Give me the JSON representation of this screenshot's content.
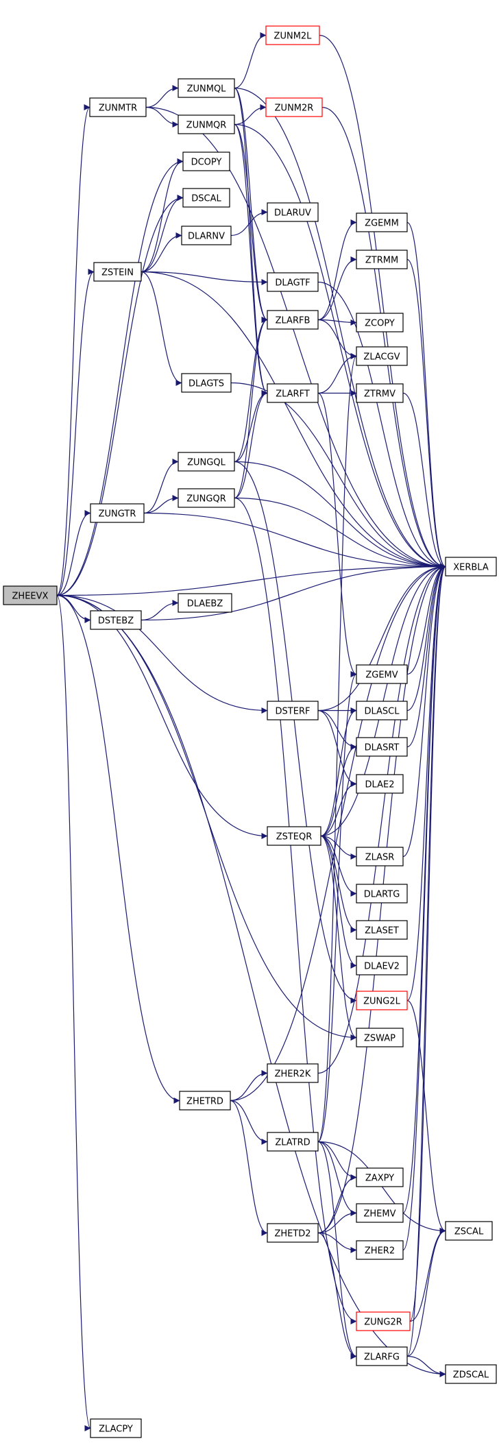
{
  "graph": {
    "root": "ZHEEVX",
    "colors": {
      "edge": "#191970",
      "node_border": "#000000",
      "node_border_highlight": "#ff0000",
      "root_fill": "#bfbfbf",
      "node_fill": "#ffffff",
      "text": "#000000"
    },
    "nodes": [
      {
        "id": "ZHEEVX",
        "label": "ZHEEVX",
        "root": true
      },
      {
        "id": "ZUNMTR",
        "label": "ZUNMTR"
      },
      {
        "id": "ZUNMQL",
        "label": "ZUNMQL"
      },
      {
        "id": "ZUNMQR",
        "label": "ZUNMQR"
      },
      {
        "id": "ZUNM2L",
        "label": "ZUNM2L",
        "highlight": true
      },
      {
        "id": "ZUNM2R",
        "label": "ZUNM2R",
        "highlight": true
      },
      {
        "id": "DCOPY",
        "label": "DCOPY"
      },
      {
        "id": "DSCAL",
        "label": "DSCAL"
      },
      {
        "id": "ZSTEIN",
        "label": "ZSTEIN"
      },
      {
        "id": "DLARNV",
        "label": "DLARNV"
      },
      {
        "id": "DLARUV",
        "label": "DLARUV"
      },
      {
        "id": "DLAGTF",
        "label": "DLAGTF"
      },
      {
        "id": "DLAGTS",
        "label": "DLAGTS"
      },
      {
        "id": "ZGEMM",
        "label": "ZGEMM"
      },
      {
        "id": "ZTRMM",
        "label": "ZTRMM"
      },
      {
        "id": "ZLARFB",
        "label": "ZLARFB"
      },
      {
        "id": "ZCOPY",
        "label": "ZCOPY"
      },
      {
        "id": "ZLACGV",
        "label": "ZLACGV"
      },
      {
        "id": "ZLARFT",
        "label": "ZLARFT"
      },
      {
        "id": "ZTRMV",
        "label": "ZTRMV"
      },
      {
        "id": "ZUNGQL",
        "label": "ZUNGQL"
      },
      {
        "id": "ZUNGQR",
        "label": "ZUNGQR"
      },
      {
        "id": "ZUNGTR",
        "label": "ZUNGTR"
      },
      {
        "id": "XERBLA",
        "label": "XERBLA"
      },
      {
        "id": "DSTEBZ",
        "label": "DSTEBZ"
      },
      {
        "id": "DLAEBZ",
        "label": "DLAEBZ"
      },
      {
        "id": "ZGEMV",
        "label": "ZGEMV"
      },
      {
        "id": "DSTERF",
        "label": "DSTERF"
      },
      {
        "id": "DLASCL",
        "label": "DLASCL"
      },
      {
        "id": "DLASRT",
        "label": "DLASRT"
      },
      {
        "id": "DLAE2",
        "label": "DLAE2"
      },
      {
        "id": "ZSTEQR",
        "label": "ZSTEQR"
      },
      {
        "id": "ZLASR",
        "label": "ZLASR"
      },
      {
        "id": "DLARTG",
        "label": "DLARTG"
      },
      {
        "id": "ZLASET",
        "label": "ZLASET"
      },
      {
        "id": "DLAEV2",
        "label": "DLAEV2"
      },
      {
        "id": "ZUNG2L",
        "label": "ZUNG2L",
        "highlight": true
      },
      {
        "id": "ZSWAP",
        "label": "ZSWAP"
      },
      {
        "id": "ZHER2K",
        "label": "ZHER2K"
      },
      {
        "id": "ZHETRD",
        "label": "ZHETRD"
      },
      {
        "id": "ZLATRD",
        "label": "ZLATRD"
      },
      {
        "id": "ZAXPY",
        "label": "ZAXPY"
      },
      {
        "id": "ZHEMV",
        "label": "ZHEMV"
      },
      {
        "id": "ZSCAL",
        "label": "ZSCAL"
      },
      {
        "id": "ZHETD2",
        "label": "ZHETD2"
      },
      {
        "id": "ZHER2",
        "label": "ZHER2"
      },
      {
        "id": "ZUNG2R",
        "label": "ZUNG2R",
        "highlight": true
      },
      {
        "id": "ZLARFG",
        "label": "ZLARFG"
      },
      {
        "id": "ZDSCAL",
        "label": "ZDSCAL"
      },
      {
        "id": "ZLACPY",
        "label": "ZLACPY"
      }
    ],
    "edges": [
      [
        "ZHEEVX",
        "ZUNMTR"
      ],
      [
        "ZHEEVX",
        "DCOPY"
      ],
      [
        "ZHEEVX",
        "DSCAL"
      ],
      [
        "ZHEEVX",
        "ZSTEIN"
      ],
      [
        "ZHEEVX",
        "ZUNGTR"
      ],
      [
        "ZHEEVX",
        "XERBLA"
      ],
      [
        "ZHEEVX",
        "DSTEBZ"
      ],
      [
        "ZHEEVX",
        "DSTERF"
      ],
      [
        "ZHEEVX",
        "ZSTEQR"
      ],
      [
        "ZHEEVX",
        "ZSWAP"
      ],
      [
        "ZHEEVX",
        "ZHETRD"
      ],
      [
        "ZHEEVX",
        "ZDSCAL"
      ],
      [
        "ZHEEVX",
        "ZLACPY"
      ],
      [
        "ZUNMTR",
        "ZUNMQL"
      ],
      [
        "ZUNMTR",
        "ZUNMQR"
      ],
      [
        "ZUNMTR",
        "XERBLA"
      ],
      [
        "ZUNMQL",
        "ZUNM2L"
      ],
      [
        "ZUNMQL",
        "XERBLA"
      ],
      [
        "ZUNMQL",
        "ZLARFB"
      ],
      [
        "ZUNMQL",
        "ZLARFT"
      ],
      [
        "ZUNMQR",
        "ZUNM2R"
      ],
      [
        "ZUNMQR",
        "XERBLA"
      ],
      [
        "ZUNMQR",
        "ZLARFB"
      ],
      [
        "ZUNMQR",
        "ZLARFT"
      ],
      [
        "ZUNM2L",
        "XERBLA"
      ],
      [
        "ZUNM2R",
        "XERBLA"
      ],
      [
        "ZSTEIN",
        "DCOPY"
      ],
      [
        "ZSTEIN",
        "DSCAL"
      ],
      [
        "ZSTEIN",
        "DLARNV"
      ],
      [
        "ZSTEIN",
        "DLAGTF"
      ],
      [
        "ZSTEIN",
        "DLAGTS"
      ],
      [
        "ZSTEIN",
        "XERBLA"
      ],
      [
        "DLARNV",
        "DLARUV"
      ],
      [
        "DLAGTF",
        "XERBLA"
      ],
      [
        "DLAGTS",
        "XERBLA"
      ],
      [
        "ZLARFB",
        "ZGEMM"
      ],
      [
        "ZLARFB",
        "ZTRMM"
      ],
      [
        "ZLARFB",
        "ZCOPY"
      ],
      [
        "ZLARFB",
        "ZLACGV"
      ],
      [
        "ZLARFT",
        "ZLACGV"
      ],
      [
        "ZLARFT",
        "ZTRMV"
      ],
      [
        "ZLARFT",
        "ZGEMV"
      ],
      [
        "ZGEMM",
        "XERBLA"
      ],
      [
        "ZTRMM",
        "XERBLA"
      ],
      [
        "ZTRMV",
        "XERBLA"
      ],
      [
        "ZGEMV",
        "XERBLA"
      ],
      [
        "ZUNGTR",
        "ZUNGQL"
      ],
      [
        "ZUNGTR",
        "ZUNGQR"
      ],
      [
        "ZUNGTR",
        "XERBLA"
      ],
      [
        "ZUNGQL",
        "ZLARFB"
      ],
      [
        "ZUNGQL",
        "ZLARFT"
      ],
      [
        "ZUNGQL",
        "XERBLA"
      ],
      [
        "ZUNGQL",
        "ZUNG2L"
      ],
      [
        "ZUNGQR",
        "ZLARFB"
      ],
      [
        "ZUNGQR",
        "ZLARFT"
      ],
      [
        "ZUNGQR",
        "XERBLA"
      ],
      [
        "ZUNGQR",
        "ZUNG2R"
      ],
      [
        "DSTEBZ",
        "DLAEBZ"
      ],
      [
        "DSTEBZ",
        "XERBLA"
      ],
      [
        "DSTERF",
        "DLASCL"
      ],
      [
        "DSTERF",
        "DLASRT"
      ],
      [
        "DSTERF",
        "DLAE2"
      ],
      [
        "DSTERF",
        "XERBLA"
      ],
      [
        "DLASCL",
        "XERBLA"
      ],
      [
        "DLASRT",
        "XERBLA"
      ],
      [
        "ZSTEQR",
        "DLASCL"
      ],
      [
        "ZSTEQR",
        "DLASRT"
      ],
      [
        "ZSTEQR",
        "DLAE2"
      ],
      [
        "ZSTEQR",
        "ZLASR"
      ],
      [
        "ZSTEQR",
        "DLARTG"
      ],
      [
        "ZSTEQR",
        "ZLASET"
      ],
      [
        "ZSTEQR",
        "DLAEV2"
      ],
      [
        "ZSTEQR",
        "ZSWAP"
      ],
      [
        "ZSTEQR",
        "XERBLA"
      ],
      [
        "ZLASR",
        "XERBLA"
      ],
      [
        "ZUNG2L",
        "XERBLA"
      ],
      [
        "ZUNG2L",
        "ZSCAL"
      ],
      [
        "ZHETRD",
        "ZHER2K"
      ],
      [
        "ZHETRD",
        "ZLATRD"
      ],
      [
        "ZHETRD",
        "ZHETD2"
      ],
      [
        "ZHETRD",
        "XERBLA"
      ],
      [
        "ZHER2K",
        "XERBLA"
      ],
      [
        "ZLATRD",
        "ZLACGV"
      ],
      [
        "ZLATRD",
        "ZAXPY"
      ],
      [
        "ZLATRD",
        "ZHEMV"
      ],
      [
        "ZLATRD",
        "ZSCAL"
      ],
      [
        "ZLATRD",
        "ZGEMV"
      ],
      [
        "ZLATRD",
        "ZLARFG"
      ],
      [
        "ZHETD2",
        "ZAXPY"
      ],
      [
        "ZHETD2",
        "ZHEMV"
      ],
      [
        "ZHETD2",
        "ZHER2"
      ],
      [
        "ZHETD2",
        "ZLARFG"
      ],
      [
        "ZHETD2",
        "XERBLA"
      ],
      [
        "ZHEMV",
        "XERBLA"
      ],
      [
        "ZHER2",
        "XERBLA"
      ],
      [
        "ZUNG2R",
        "XERBLA"
      ],
      [
        "ZUNG2R",
        "ZSCAL"
      ],
      [
        "ZLARFG",
        "ZSCAL"
      ],
      [
        "ZLARFG",
        "ZDSCAL"
      ],
      [
        "ZLARFG",
        "XERBLA"
      ]
    ]
  }
}
